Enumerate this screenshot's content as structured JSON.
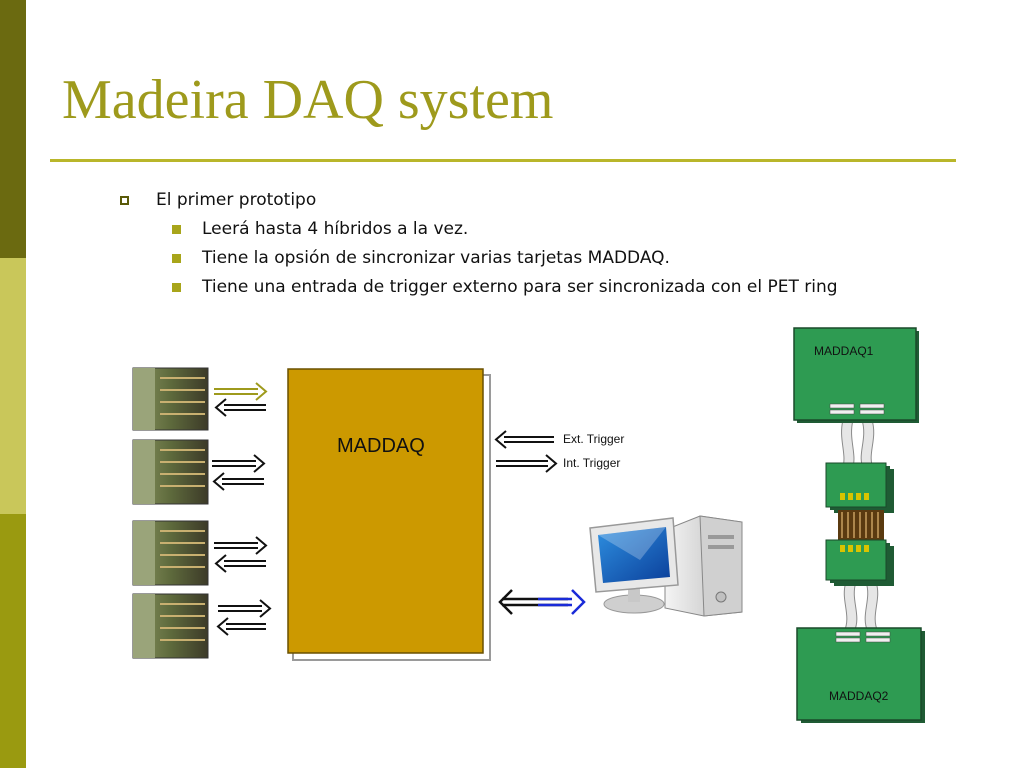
{
  "slide": {
    "title": "Madeira DAQ system",
    "bullets": {
      "level1": "El primer prototipo",
      "level2": [
        "Leerá hasta 4 híbridos a la vez.",
        "Tiene la opsión de sincronizar varias tarjetas MADDAQ.",
        "Tiene una entrada de trigger externo para ser sincronizada con el PET ring"
      ]
    }
  },
  "diagram": {
    "board_label": "MADDAQ",
    "ext_trigger": "Ext. Trigger",
    "int_trigger": "Int. Trigger",
    "card1_label": "MADDAQ1",
    "card2_label": "MADDAQ2"
  },
  "colors": {
    "title": "#9e9a1c",
    "board_fill": "#cc9900",
    "card_fill": "#2e9b52",
    "accent_olive": "#a8a51a"
  }
}
